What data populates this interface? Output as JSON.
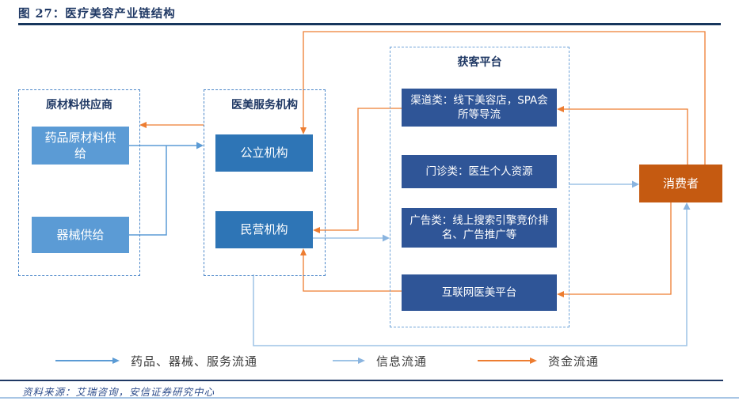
{
  "header": {
    "title": "图 27：医疗美容产业链结构"
  },
  "groups": {
    "raw_materials": {
      "label": "原材料供应商",
      "items": [
        {
          "label": "药品原材料供给"
        },
        {
          "label": "器械供给"
        }
      ]
    },
    "service": {
      "label": "医美服务机构",
      "items": [
        {
          "label": "公立机构"
        },
        {
          "label": "民营机构"
        }
      ]
    },
    "platform": {
      "label": "获客平台",
      "items": [
        {
          "label": "渠道类：线下美容店，SPA会所等导流"
        },
        {
          "label": "门诊类：医生个人资源"
        },
        {
          "label": "广告类：线上搜索引擎竞价排名、广告推广等"
        },
        {
          "label": "互联网医美平台"
        }
      ]
    }
  },
  "consumer": {
    "label": "消费者"
  },
  "legend": {
    "items": [
      {
        "label": "药品、器械、服务流通",
        "color": "#5B9BD5"
      },
      {
        "label": "信息流通",
        "color": "#9DC3E6"
      },
      {
        "label": "资金流通",
        "color": "#ED7D31"
      }
    ]
  },
  "footer": {
    "source": "资料来源：艾瑞咨询，安信证券研究中心"
  },
  "colors": {
    "title_navy": "#1F3864",
    "supplier_box_blue": "#5B9BD5",
    "service_box_blue": "#2E75B6",
    "platform_box_navy": "#2F5597",
    "consumer_box_orange": "#C55A11",
    "goods_flow_blue": "#5B9BD5",
    "info_flow_blue": "#9DC3E6",
    "money_flow_orange": "#ED7D31"
  }
}
